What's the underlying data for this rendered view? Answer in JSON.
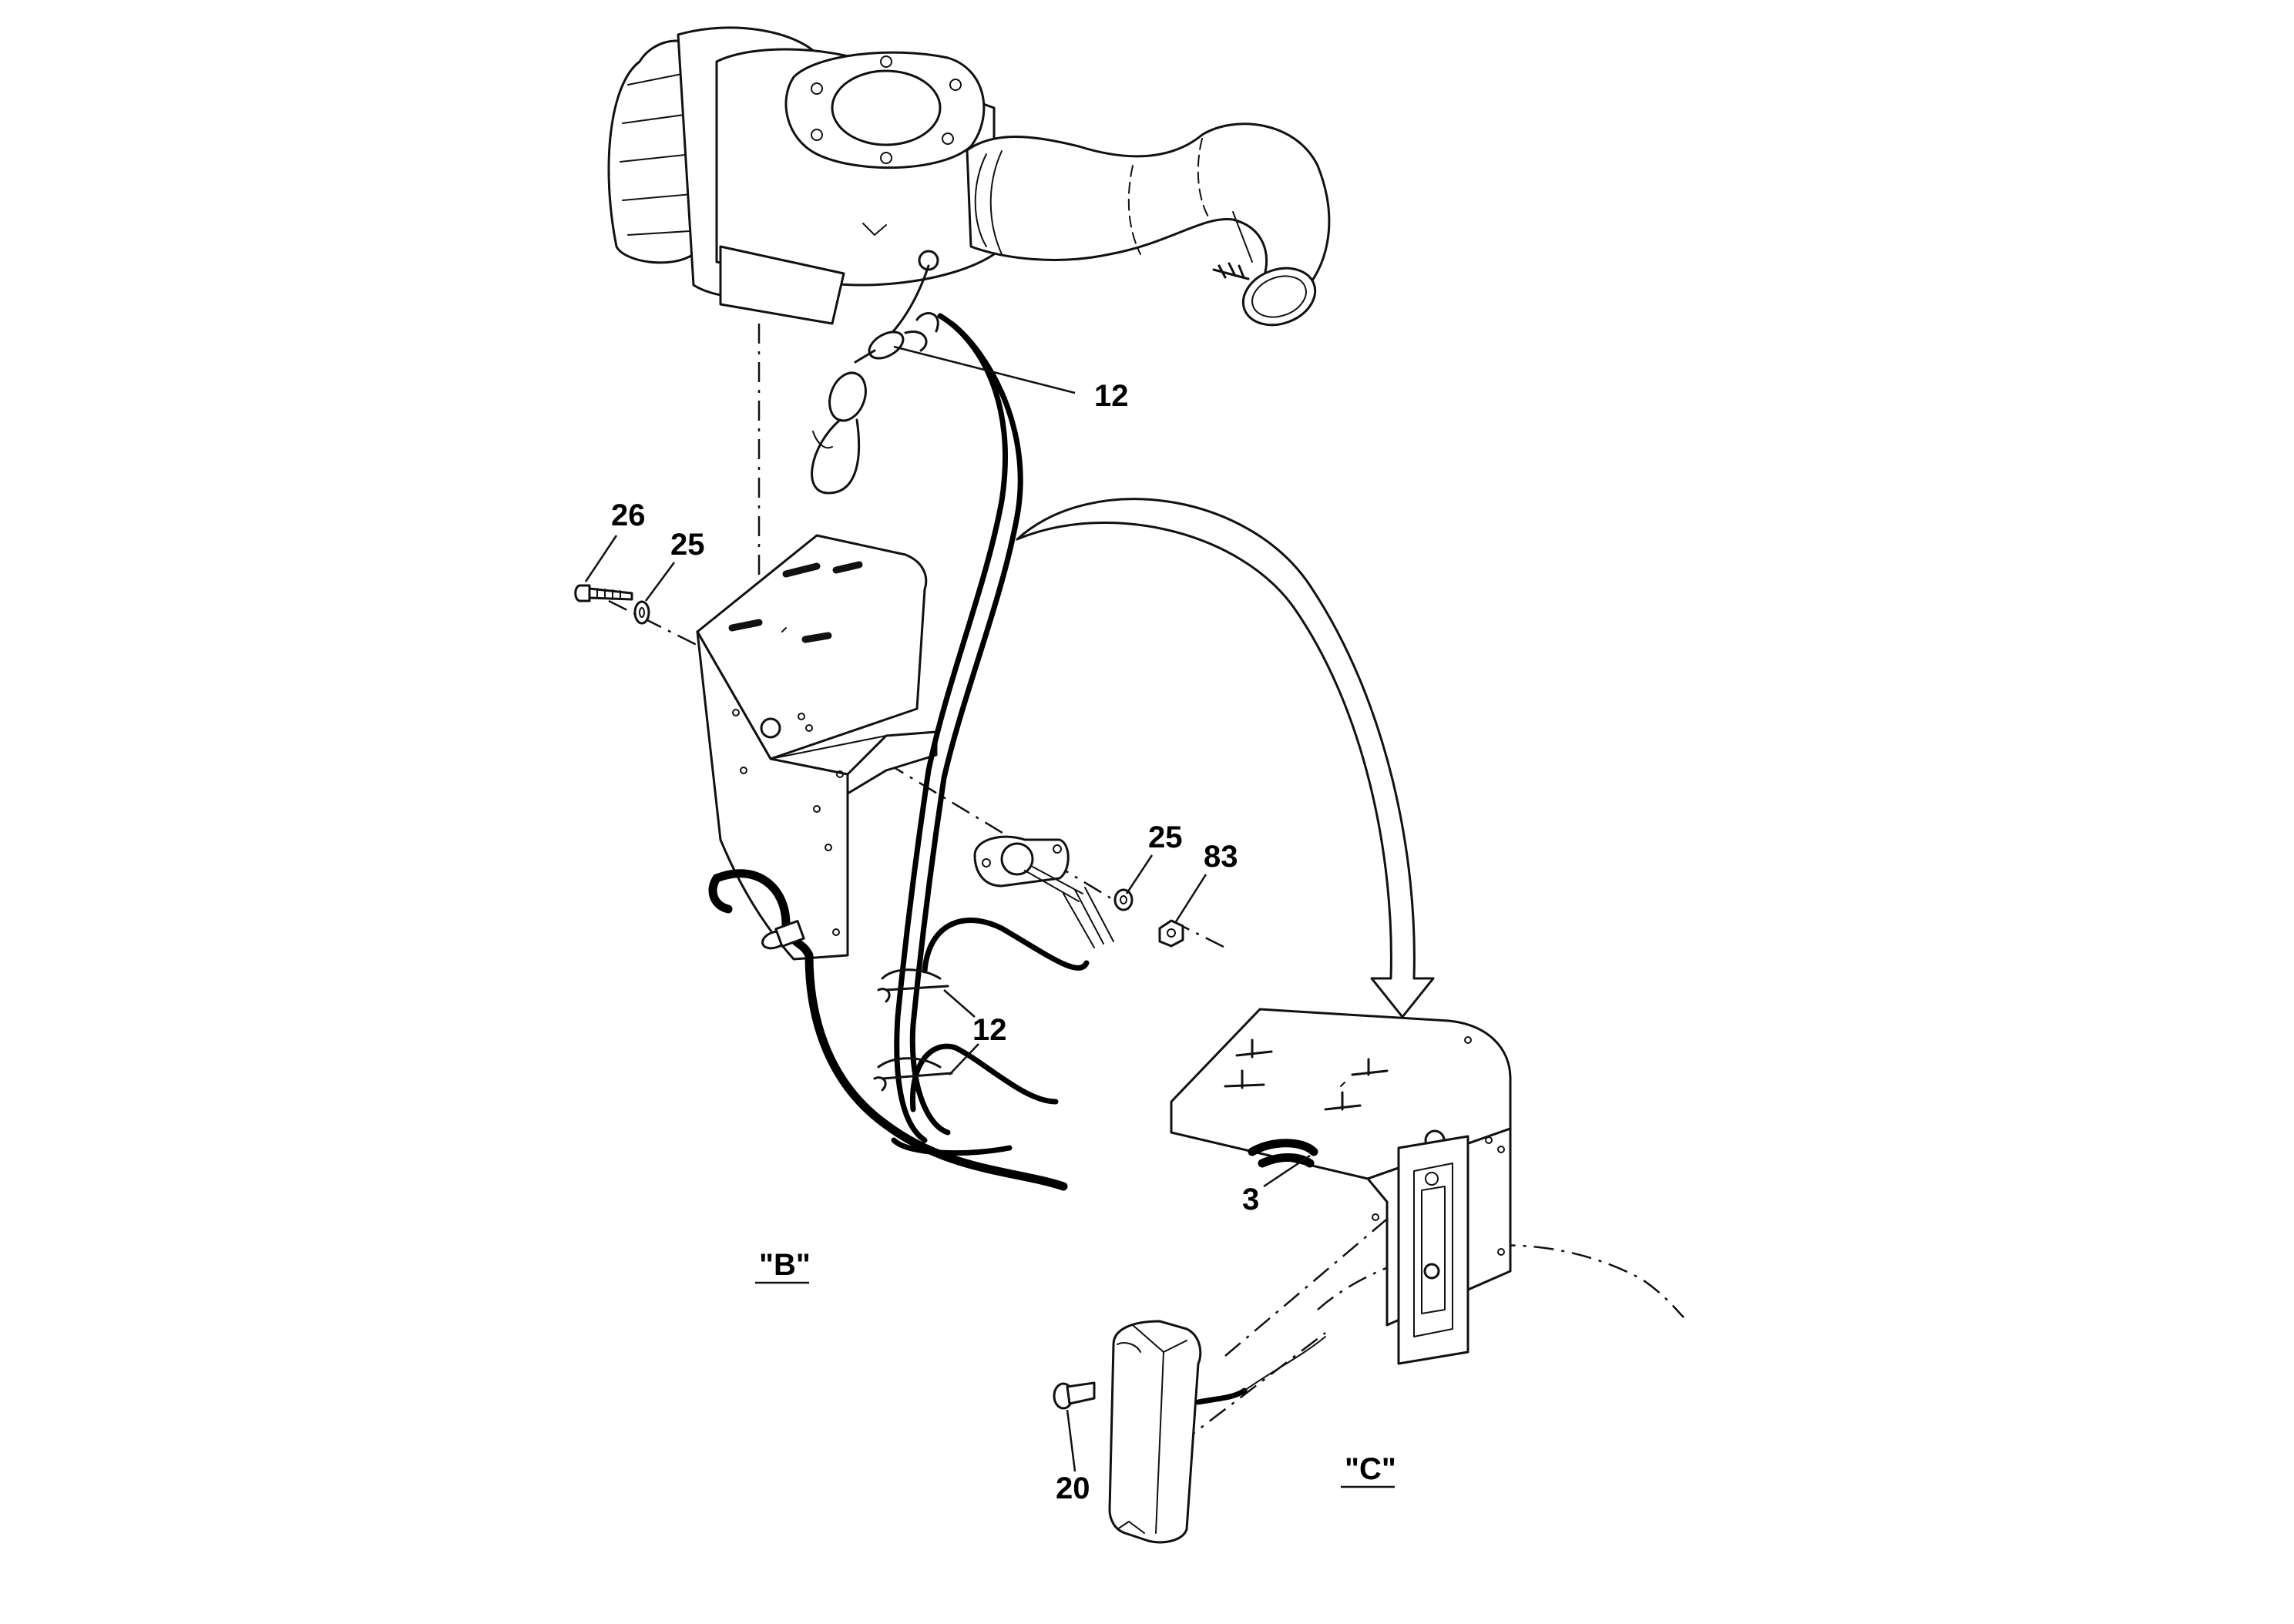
{
  "diagram": {
    "callouts": {
      "c12_top": "12",
      "c26": "26",
      "c25_left": "25",
      "c25_right": "25",
      "c83": "83",
      "c12_bottom": "12",
      "c3": "3",
      "c20": "20"
    },
    "views": {
      "view_b": "\"B\"",
      "view_c": "\"C\""
    }
  }
}
